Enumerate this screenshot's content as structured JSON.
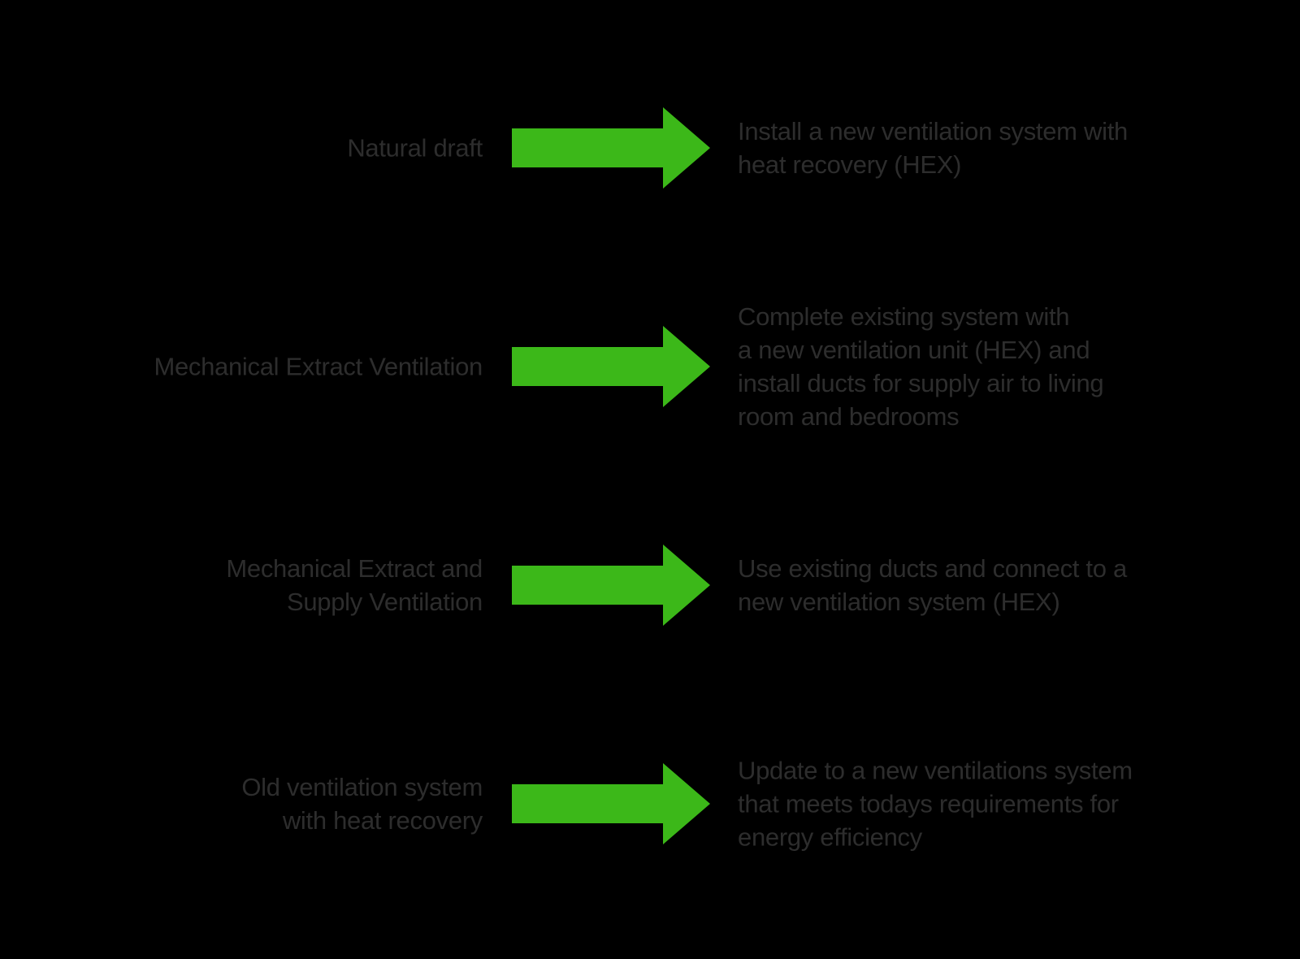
{
  "colors": {
    "background": "#000000",
    "text": "#2d2d2d",
    "arrow": "#3cb819"
  },
  "icons": {
    "row_arrow": "arrow-right"
  },
  "rows": [
    {
      "label_lines": [
        "Natural draft"
      ],
      "description_lines": [
        "Install a new ventilation system with",
        "heat recovery (HEX)"
      ]
    },
    {
      "label_lines": [
        "Mechanical Extract Ventilation"
      ],
      "description_lines": [
        "Complete existing system with",
        "a new ventilation unit (HEX) and",
        "install ducts for supply air to living",
        "room and bedrooms"
      ]
    },
    {
      "label_lines": [
        "Mechanical Extract and",
        "Supply Ventilation"
      ],
      "description_lines": [
        "Use existing ducts and connect to a",
        "new ventilation system (HEX)"
      ]
    },
    {
      "label_lines": [
        "Old ventilation system",
        "with heat recovery"
      ],
      "description_lines": [
        "Update to a new ventilations system",
        "that meets todays requirements for",
        "energy efficiency"
      ]
    }
  ]
}
